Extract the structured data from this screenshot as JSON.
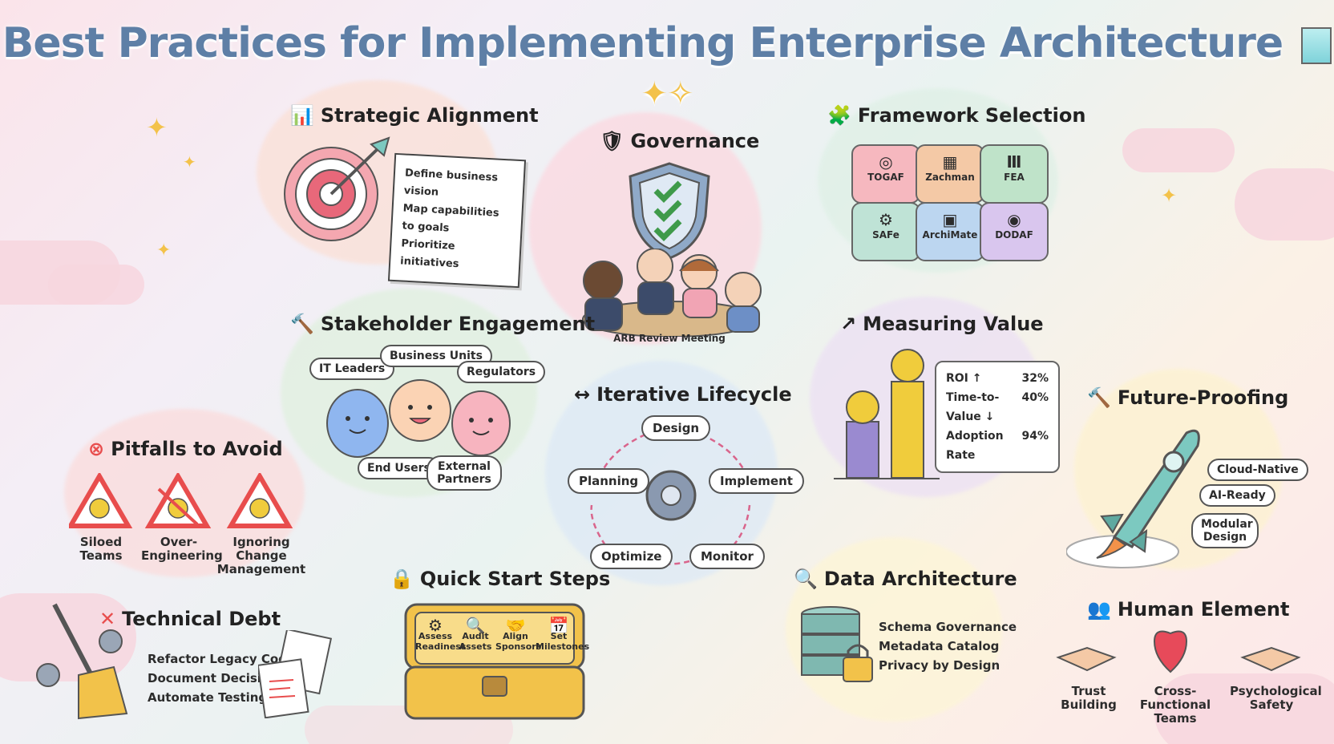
{
  "title": "Best Practices for Implementing Enterprise Architecture",
  "strategic_alignment": {
    "title": "Strategic Alignment",
    "notes": [
      "Define business vision",
      "Map capabilities to goals",
      "Prioritize initiatives"
    ]
  },
  "governance": {
    "title": "Governance",
    "caption": "ARB Review Meeting"
  },
  "framework_selection": {
    "title": "Framework Selection",
    "pieces": [
      "TOGAF",
      "Zachman",
      "FEA",
      "SAFe",
      "ArchiMate",
      "DODAF"
    ]
  },
  "stakeholder_engagement": {
    "title": "Stakeholder Engagement",
    "bubbles": [
      "IT Leaders",
      "Business Units",
      "Regulators",
      "End Users",
      "External Partners"
    ]
  },
  "measuring_value": {
    "title": "Measuring Value",
    "metrics": [
      {
        "label": "ROI ↑",
        "value": "32%"
      },
      {
        "label": "Time-to-Value ↓",
        "value": "40%"
      },
      {
        "label": "Adoption Rate",
        "value": "94%"
      }
    ]
  },
  "iterative_lifecycle": {
    "title": "Iterative Lifecycle",
    "stages": [
      "Design",
      "Implement",
      "Monitor",
      "Optimize",
      "Planning"
    ]
  },
  "pitfalls": {
    "title": "Pitfalls to Avoid",
    "items": [
      "Siloed Teams",
      "Over-Engineering",
      "Ignoring Change Management"
    ]
  },
  "future_proofing": {
    "title": "Future-Proofing",
    "tags": [
      "Cloud-Native",
      "AI-Ready",
      "Modular Design"
    ]
  },
  "technical_debt": {
    "title": "Technical Debt",
    "items": [
      "Refactor Legacy Code",
      "Document Decisions",
      "Automate Testing"
    ]
  },
  "quick_start": {
    "title": "Quick Start Steps",
    "steps": [
      "Assess Readiness",
      "Audit Assets",
      "Align Sponsors",
      "Set Milestones"
    ]
  },
  "data_architecture": {
    "title": "Data Architecture",
    "items": [
      "Schema Governance",
      "Metadata Catalog",
      "Privacy by Design"
    ]
  },
  "human_element": {
    "title": "Human Element",
    "items": [
      "Trust Building",
      "Cross-Functional Teams",
      "Psychological Safety"
    ]
  },
  "colors": {
    "title": "#5e7fa6",
    "target": "#e8687a",
    "shield": "#8fa9c8",
    "check": "#3f9a4a",
    "gear": "#6a7a90",
    "arrow": "#d9658c",
    "rocket": "#7cc9c0",
    "heart": "#e74a5a",
    "bar": "#f0cc3c",
    "bar2": "#9a8ad0",
    "warn": "#e84d4d",
    "chest": "#f2c24a",
    "db": "#7fb8b0"
  }
}
